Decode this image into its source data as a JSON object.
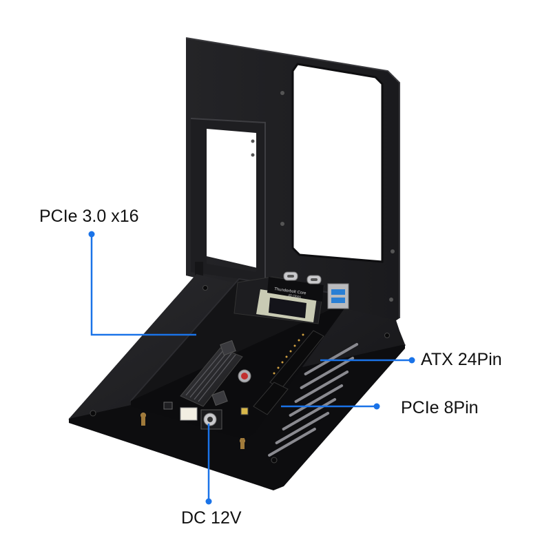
{
  "callouts": {
    "pcie_slot": "PCIe 3.0 x16",
    "atx_power": "ATX 24Pin",
    "pcie_power": "PCIe 8Pin",
    "dc_power": "DC 12V"
  },
  "board_text": {
    "chip_label": "Thunderbolt Core",
    "chip_sublabel": "40 Gbps"
  },
  "colors": {
    "frame": "#1b1b1d",
    "callout_line": "#1a73e8",
    "pcb": "#121214",
    "usb_port": "#2a7fd4"
  }
}
